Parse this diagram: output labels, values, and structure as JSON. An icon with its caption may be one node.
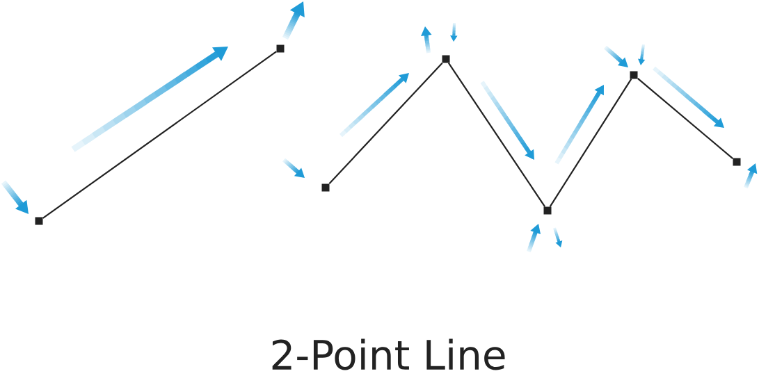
{
  "diagram": {
    "caption": "2-Point Line",
    "nodes": [
      {
        "text": [],
        "shape": "box"
      },
      {
        "text": [],
        "shape": "box"
      },
      {
        "text": [],
        "shape": "box"
      },
      {
        "text": [],
        "shape": "box"
      },
      {
        "text": [],
        "shape": "box"
      },
      {
        "text": [],
        "shape": "box"
      },
      {
        "text": [],
        "shape": "box"
      }
    ],
    "edges": [
      {
        "from": 0,
        "to": 1,
        "arrow": "none"
      },
      {
        "from": 2,
        "to": 3,
        "arrow": "none"
      },
      {
        "from": 3,
        "to": 4,
        "arrow": "none"
      },
      {
        "from": 4,
        "to": 5,
        "arrow": "none"
      },
      {
        "from": 5,
        "to": 6,
        "arrow": "none"
      }
    ]
  }
}
